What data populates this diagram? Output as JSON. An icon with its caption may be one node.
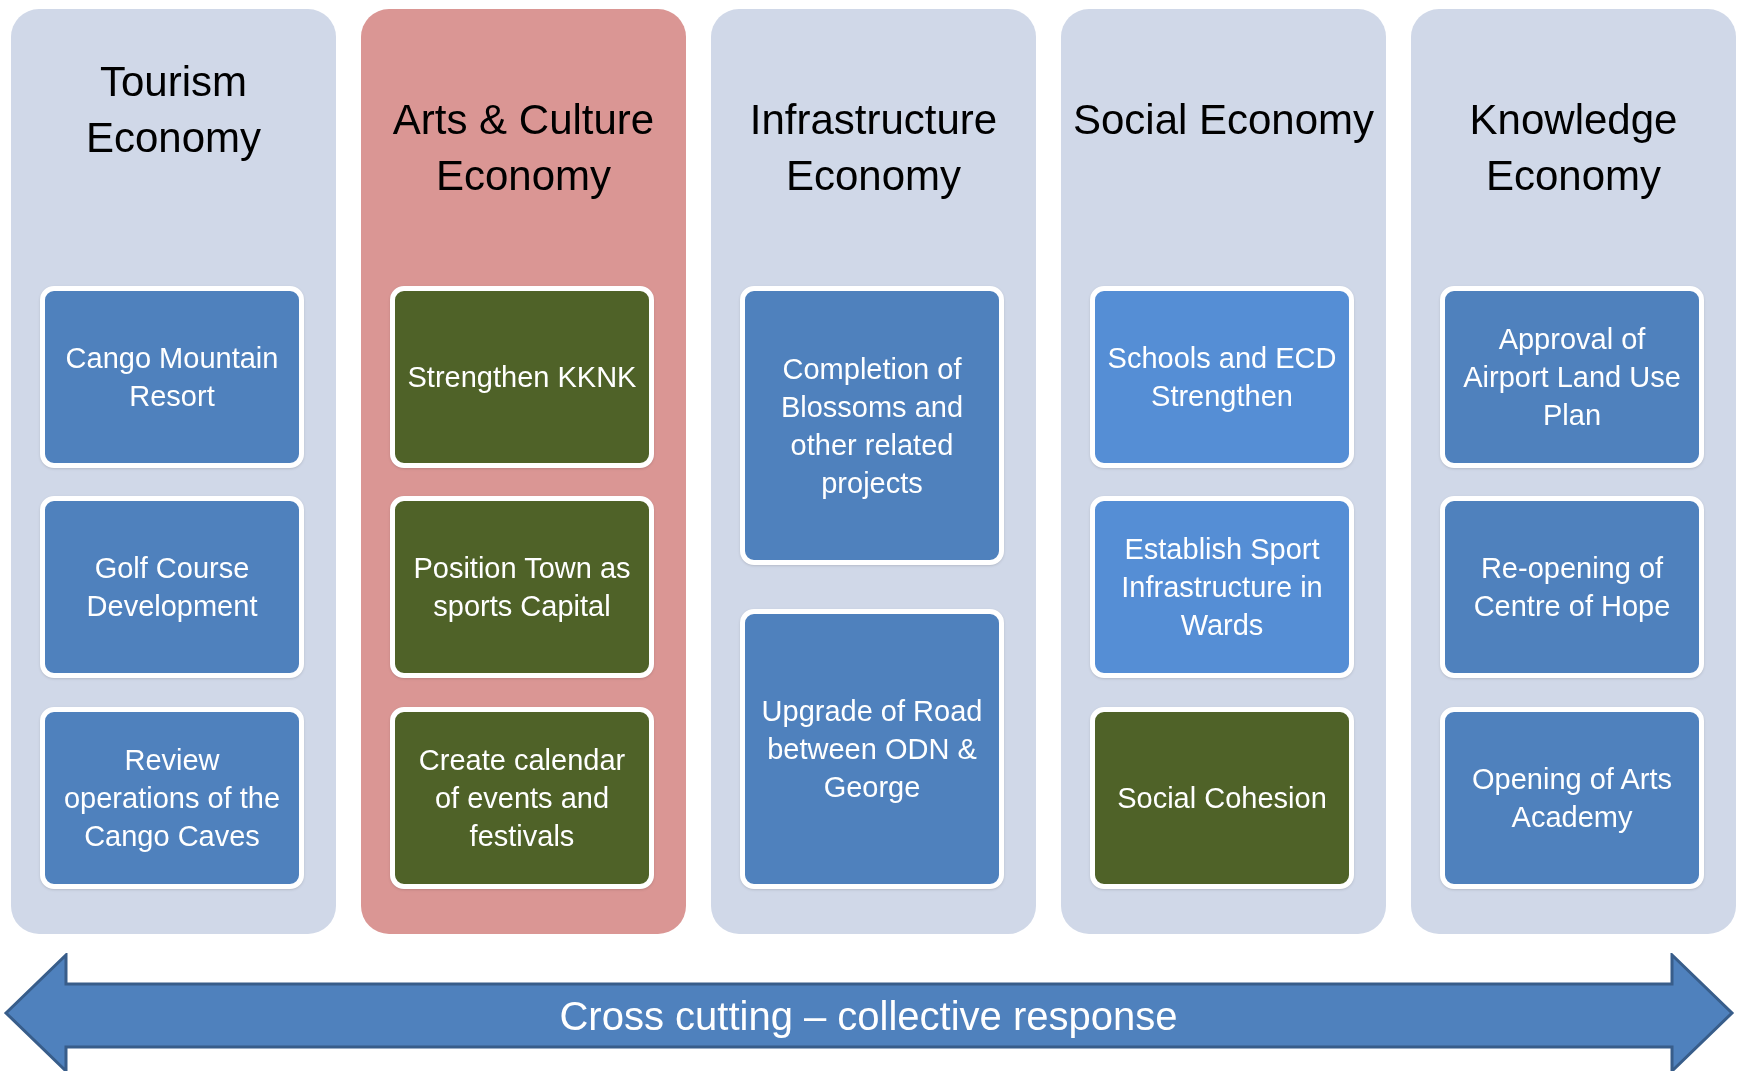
{
  "diagram": {
    "nodes": [
      {
        "text": [
          "Tourism Economy"
        ]
      },
      {
        "text": [
          "Cango Mountain Resort"
        ],
        "in": 0
      },
      {
        "text": [
          "Golf Course Development"
        ],
        "in": 0
      },
      {
        "text": [
          "Review operations of the Cango Caves"
        ],
        "in": 0
      },
      {
        "text": [
          "Arts & Culture Economy"
        ]
      },
      {
        "text": [
          "Strengthen KKNK"
        ],
        "in": 4
      },
      {
        "text": [
          "Position Town as sports Capital"
        ],
        "in": 4
      },
      {
        "text": [
          "Create calendar of events and festivals"
        ],
        "in": 4
      },
      {
        "text": [
          "Infrastructure Economy"
        ]
      },
      {
        "text": [
          "Completion of Blossoms and other related projects"
        ],
        "in": 8
      },
      {
        "text": [
          "Upgrade of Road between ODN & George"
        ],
        "in": 8
      },
      {
        "text": [
          "Social Economy"
        ]
      },
      {
        "text": [
          "Schools and ECD Strengthen"
        ],
        "in": 11
      },
      {
        "text": [
          "Establish Sport Infrastructure in Wards"
        ],
        "in": 11
      },
      {
        "text": [
          "Social Cohesion"
        ],
        "in": 11
      },
      {
        "text": [
          "Knowledge Economy"
        ]
      },
      {
        "text": [
          "Approval of Airport Land Use Plan"
        ],
        "in": 15
      },
      {
        "text": [
          "Re-opening of Centre of Hope"
        ],
        "in": 15
      },
      {
        "text": [
          "Opening of Arts Academy"
        ],
        "in": 15
      },
      {
        "text": [
          "Cross cutting – collective response"
        ]
      }
    ]
  }
}
